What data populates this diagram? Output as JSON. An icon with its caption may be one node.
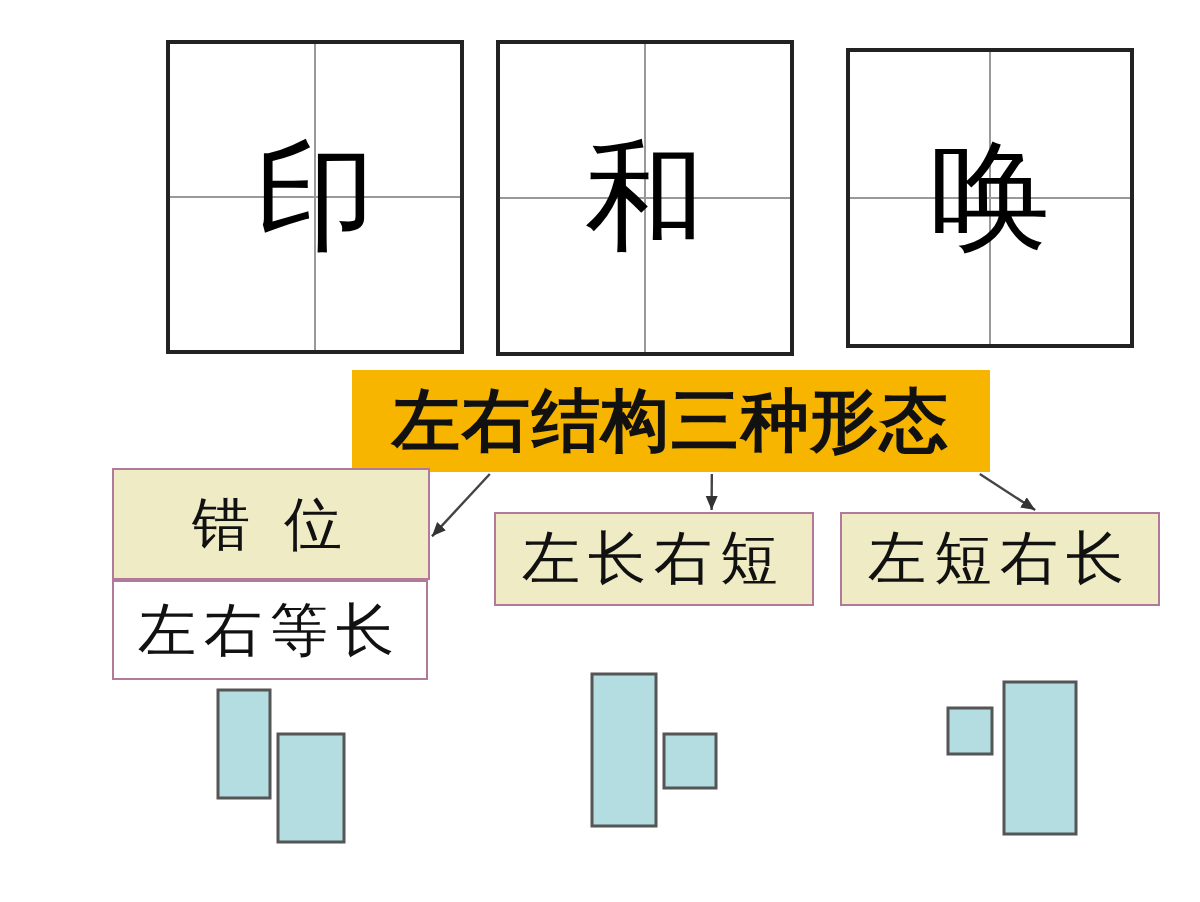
{
  "diagram": {
    "nodes": [
      {
        "text": [
          "印"
        ]
      },
      {
        "text": [
          "和"
        ]
      },
      {
        "text": [
          "唤"
        ]
      },
      {
        "text": [
          "左右结构三种形态"
        ]
      },
      {
        "text": [
          "错 位"
        ]
      },
      {
        "text": [
          "左右等长"
        ]
      },
      {
        "text": [
          "左长右短"
        ]
      },
      {
        "text": [
          "左短右长"
        ]
      }
    ],
    "edges": [
      {
        "from": 3,
        "to": 4,
        "arrow": "to"
      },
      {
        "from": 3,
        "to": 6,
        "arrow": "to"
      },
      {
        "from": 3,
        "to": 7,
        "arrow": "to"
      }
    ]
  }
}
